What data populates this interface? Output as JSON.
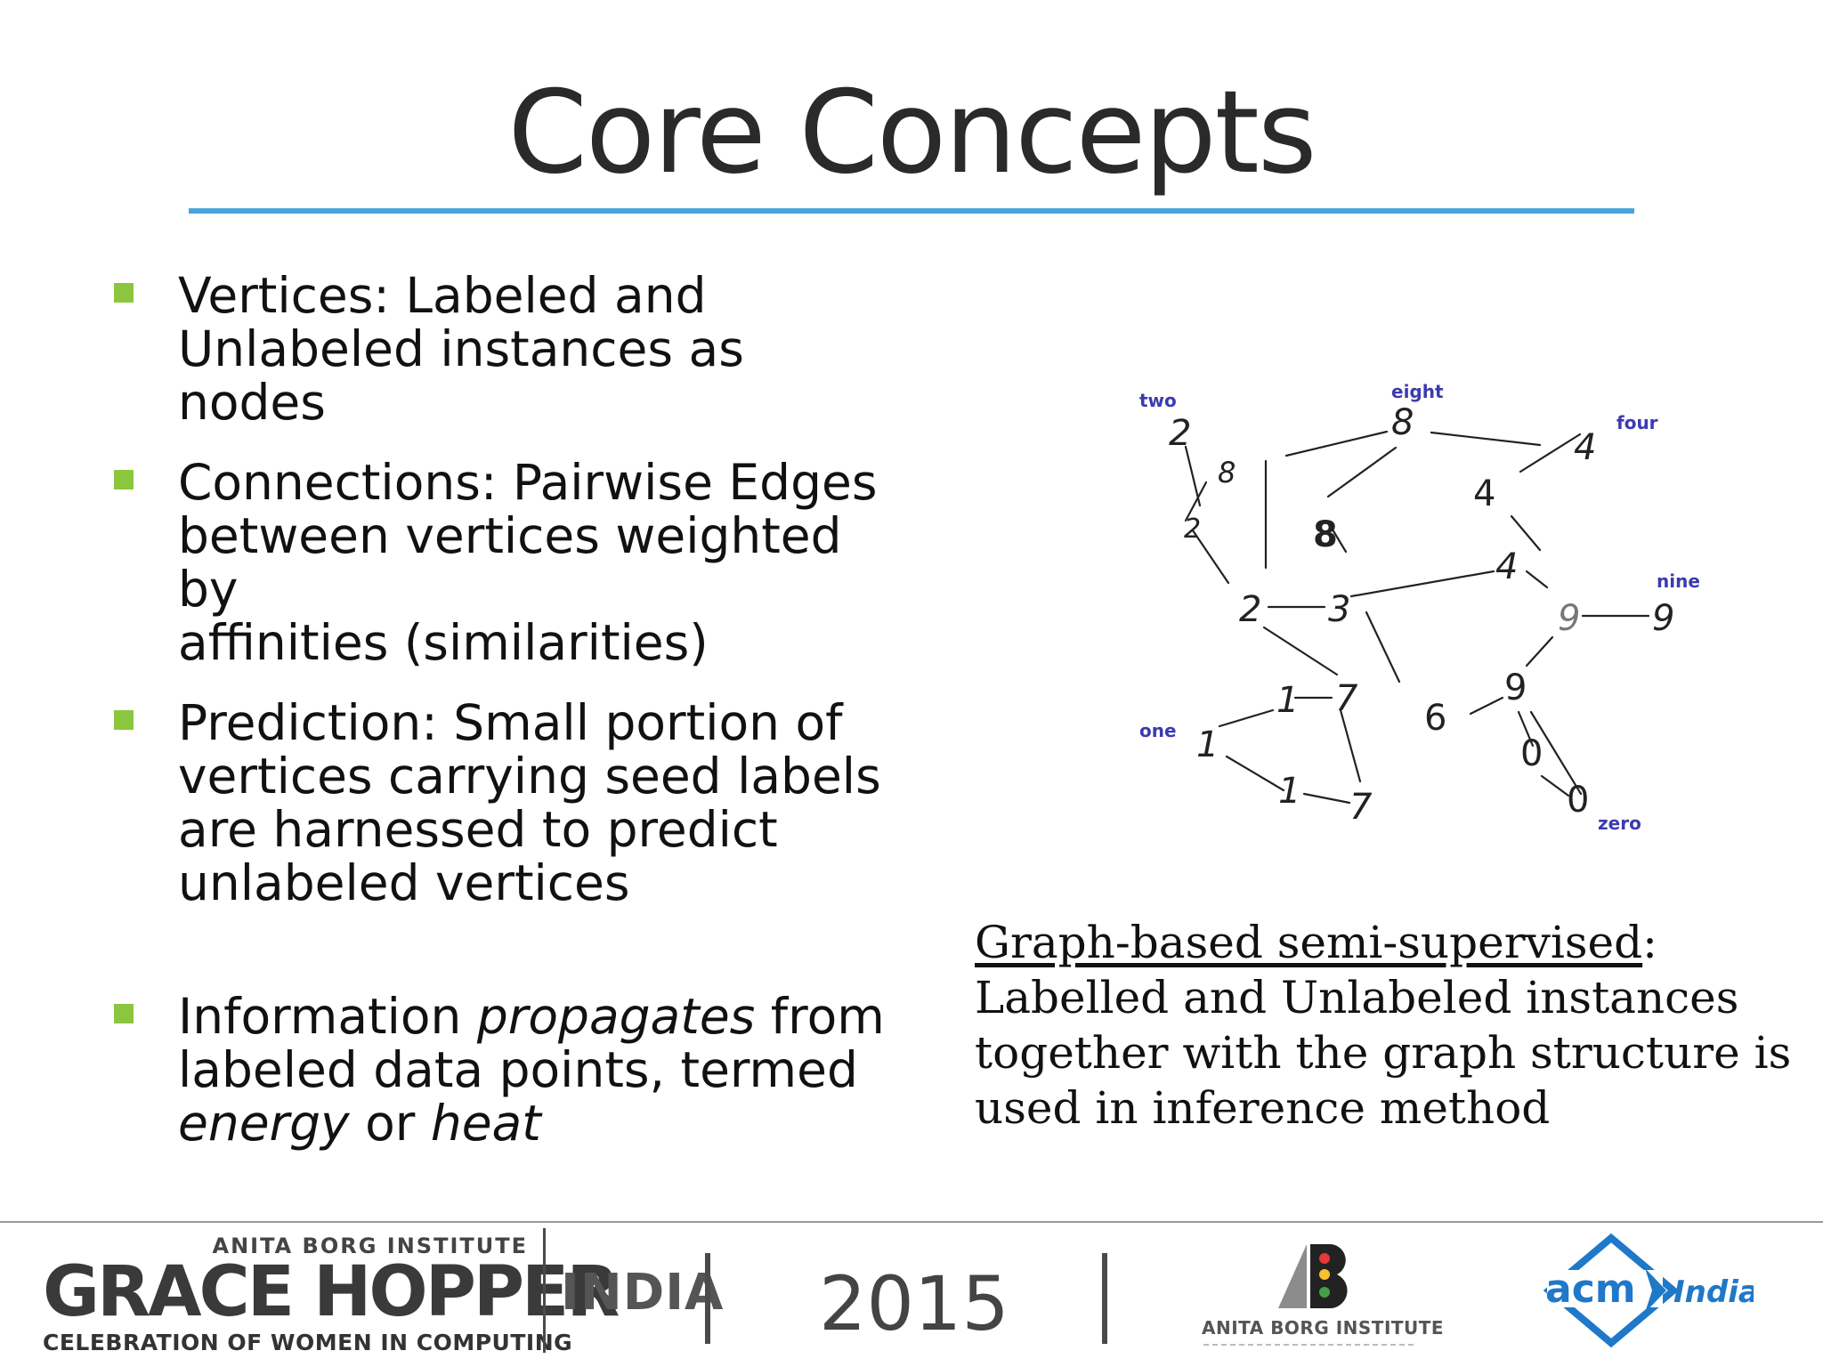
{
  "slide": {
    "title": "Core Concepts"
  },
  "bullets": [
    {
      "parts": [
        {
          "text": "Vertices: Labeled and",
          "br": true
        },
        {
          "text": "Unlabeled instances as nodes"
        }
      ]
    },
    {
      "parts": [
        {
          "text": "Connections: Pairwise Edges",
          "br": true
        },
        {
          "text": "between vertices weighted by",
          "br": true
        },
        {
          "text": "affinities (similarities)"
        }
      ]
    },
    {
      "parts": [
        {
          "text": "Prediction: Small portion of",
          "br": true
        },
        {
          "text": "vertices carrying seed labels",
          "br": true
        },
        {
          "text": "are harnessed to predict",
          "br": true
        },
        {
          "text": "unlabeled vertices"
        }
      ]
    },
    {
      "parts": [
        {
          "text": "Information "
        },
        {
          "text": "propagates",
          "italic": true
        },
        {
          "text": " from",
          "br": true
        },
        {
          "text": "labeled data points, termed",
          "br": true
        },
        {
          "text": "energy",
          "italic": true
        },
        {
          "text": " or "
        },
        {
          "text": "heat",
          "italic": true
        }
      ]
    }
  ],
  "graph": {
    "class_labels": {
      "two": "two",
      "eight": "eight",
      "four": "four",
      "nine": "nine",
      "one": "one",
      "zero": "zero"
    },
    "digits": {
      "d2a": "2",
      "d8a": "8",
      "d4a": "4",
      "d8b": "8",
      "d4b": "4",
      "d2b": "2",
      "d8c": "8",
      "d4c": "4",
      "d2c": "2",
      "d3": "3",
      "d9a": "9",
      "d9b": "9",
      "d1a": "1",
      "d7a": "7",
      "d6": "6",
      "d9c": "9",
      "d1b": "1",
      "d0a": "0",
      "d1c": "1",
      "d7b": "7",
      "d0b": "0"
    }
  },
  "caption": {
    "heading": "Graph-based semi-supervised",
    "colon": ":",
    "body": "Labelled and Unlabeled instances together with the graph structure is used in inference method"
  },
  "footer": {
    "ghc_small": "ANITA BORG INSTITUTE",
    "ghc_big": "GRACE HOPPER",
    "ghc_sub": "CELEBRATION OF WOMEN IN COMPUTING",
    "india": "INDIA",
    "year": "2015",
    "abi_text": "ANITA BORG INSTITUTE",
    "acm_text": "acm",
    "acm_india": "India"
  },
  "colors": {
    "title_rule": "#4ba3dc",
    "bullet_square": "#8cc63f",
    "graph_label": "#3b3bb0",
    "acm_blue": "#1f78c8"
  }
}
